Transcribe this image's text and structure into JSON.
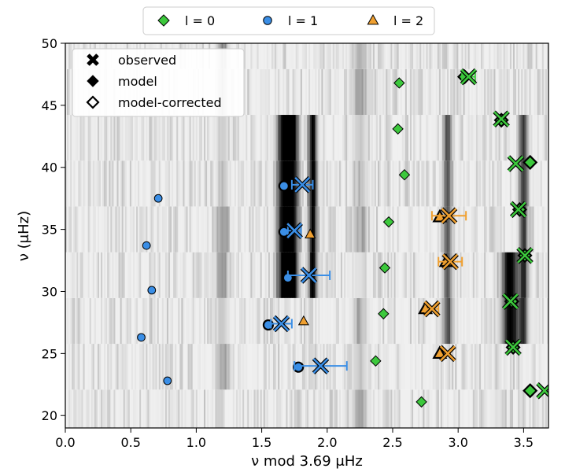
{
  "chart_data": {
    "type": "scatter",
    "xlabel": "ν mod   3.69 μHz",
    "ylabel": "ν (μHz)",
    "xlim": [
      0.0,
      3.69
    ],
    "ylim": [
      19.0,
      50.0
    ],
    "xticks": [
      "0.0",
      "0.5",
      "1.0",
      "1.5",
      "2.0",
      "2.5",
      "3.0",
      "3.5"
    ],
    "yticks": [
      "20",
      "25",
      "30",
      "35",
      "40",
      "45",
      "50"
    ],
    "background": "grayscale echelle power spectrum",
    "legend_top": {
      "placement": "top-center, outside plot",
      "entries": [
        {
          "label": "l = 0",
          "marker": "diamond",
          "color": "#3cc83c"
        },
        {
          "label": "l = 1",
          "marker": "circle",
          "color": "#3a8ee6"
        },
        {
          "label": "l = 2",
          "marker": "triangle",
          "color": "#f0a030"
        }
      ]
    },
    "legend_inner": {
      "placement": "top-left",
      "entries": [
        {
          "label": "observed",
          "marker": "cross"
        },
        {
          "label": "model",
          "marker": "filled-diamond"
        },
        {
          "label": "model-corrected",
          "marker": "open-diamond"
        }
      ]
    },
    "series": [
      {
        "name": "l = 0",
        "degree": 0,
        "color": "#3cc83c",
        "model": [
          [
            2.72,
            21.1
          ],
          [
            2.37,
            24.4
          ],
          [
            2.43,
            28.2
          ],
          [
            2.44,
            31.9
          ],
          [
            2.47,
            35.6
          ],
          [
            2.59,
            39.4
          ],
          [
            2.54,
            43.1
          ],
          [
            2.55,
            46.8
          ]
        ],
        "model_corrected": [
          [
            3.55,
            22.0
          ],
          [
            3.42,
            25.5
          ],
          [
            3.41,
            29.2
          ],
          [
            3.51,
            32.9
          ],
          [
            3.47,
            36.6
          ],
          [
            3.55,
            40.4
          ],
          [
            3.33,
            43.8
          ],
          [
            3.05,
            47.3
          ]
        ],
        "observed": [
          [
            3.66,
            22.0
          ],
          [
            3.42,
            25.5
          ],
          [
            3.4,
            29.2
          ],
          [
            3.51,
            32.9
          ],
          [
            3.46,
            36.6
          ],
          [
            3.44,
            40.3
          ],
          [
            3.33,
            43.9
          ],
          [
            3.08,
            47.3
          ]
        ],
        "observed_err": [
          0,
          0,
          0,
          0,
          0,
          0,
          0,
          0.05
        ]
      },
      {
        "name": "l = 1",
        "degree": 1,
        "color": "#3a8ee6",
        "model": [
          [
            0.78,
            22.8
          ],
          [
            0.58,
            26.3
          ],
          [
            0.66,
            30.1
          ],
          [
            0.62,
            33.7
          ],
          [
            0.71,
            37.5
          ]
        ],
        "model_corrected": [
          [
            1.78,
            23.9
          ],
          [
            1.55,
            27.3
          ],
          [
            1.7,
            31.1
          ],
          [
            1.67,
            34.8
          ],
          [
            1.67,
            38.5
          ]
        ],
        "observed": [
          [
            1.95,
            24.0
          ],
          [
            1.65,
            27.4
          ],
          [
            1.86,
            31.3
          ],
          [
            1.75,
            34.9
          ],
          [
            1.81,
            38.6
          ]
        ],
        "observed_err": [
          0.2,
          0.08,
          0.16,
          0.05,
          0.08
        ]
      },
      {
        "name": "l = 2",
        "degree": 2,
        "color": "#f0a030",
        "model": [
          [
            1.82,
            27.6
          ],
          [
            1.87,
            34.6
          ]
        ],
        "model_corrected": [
          [
            2.86,
            25.0
          ],
          [
            2.75,
            28.6
          ],
          [
            2.91,
            32.4
          ],
          [
            2.86,
            36.0
          ]
        ],
        "observed": [
          [
            2.92,
            25.0
          ],
          [
            2.8,
            28.6
          ],
          [
            2.94,
            32.4
          ],
          [
            2.93,
            36.1
          ]
        ],
        "observed_err": [
          0.02,
          0.05,
          0.09,
          0.13
        ]
      }
    ]
  }
}
